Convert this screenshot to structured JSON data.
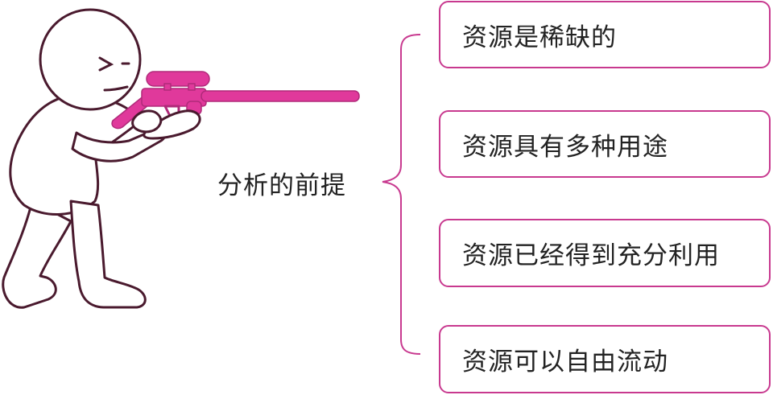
{
  "center_label": "分析的前提",
  "items": [
    {
      "label": "资源是稀缺的"
    },
    {
      "label": "资源具有多种用途"
    },
    {
      "label": "资源已经得到充分利用"
    },
    {
      "label": "资源可以自由流动"
    }
  ],
  "colors": {
    "accent": "#c8398f",
    "rifle": "#e0399b",
    "outline": "#4a1a2e",
    "text": "#222222"
  }
}
